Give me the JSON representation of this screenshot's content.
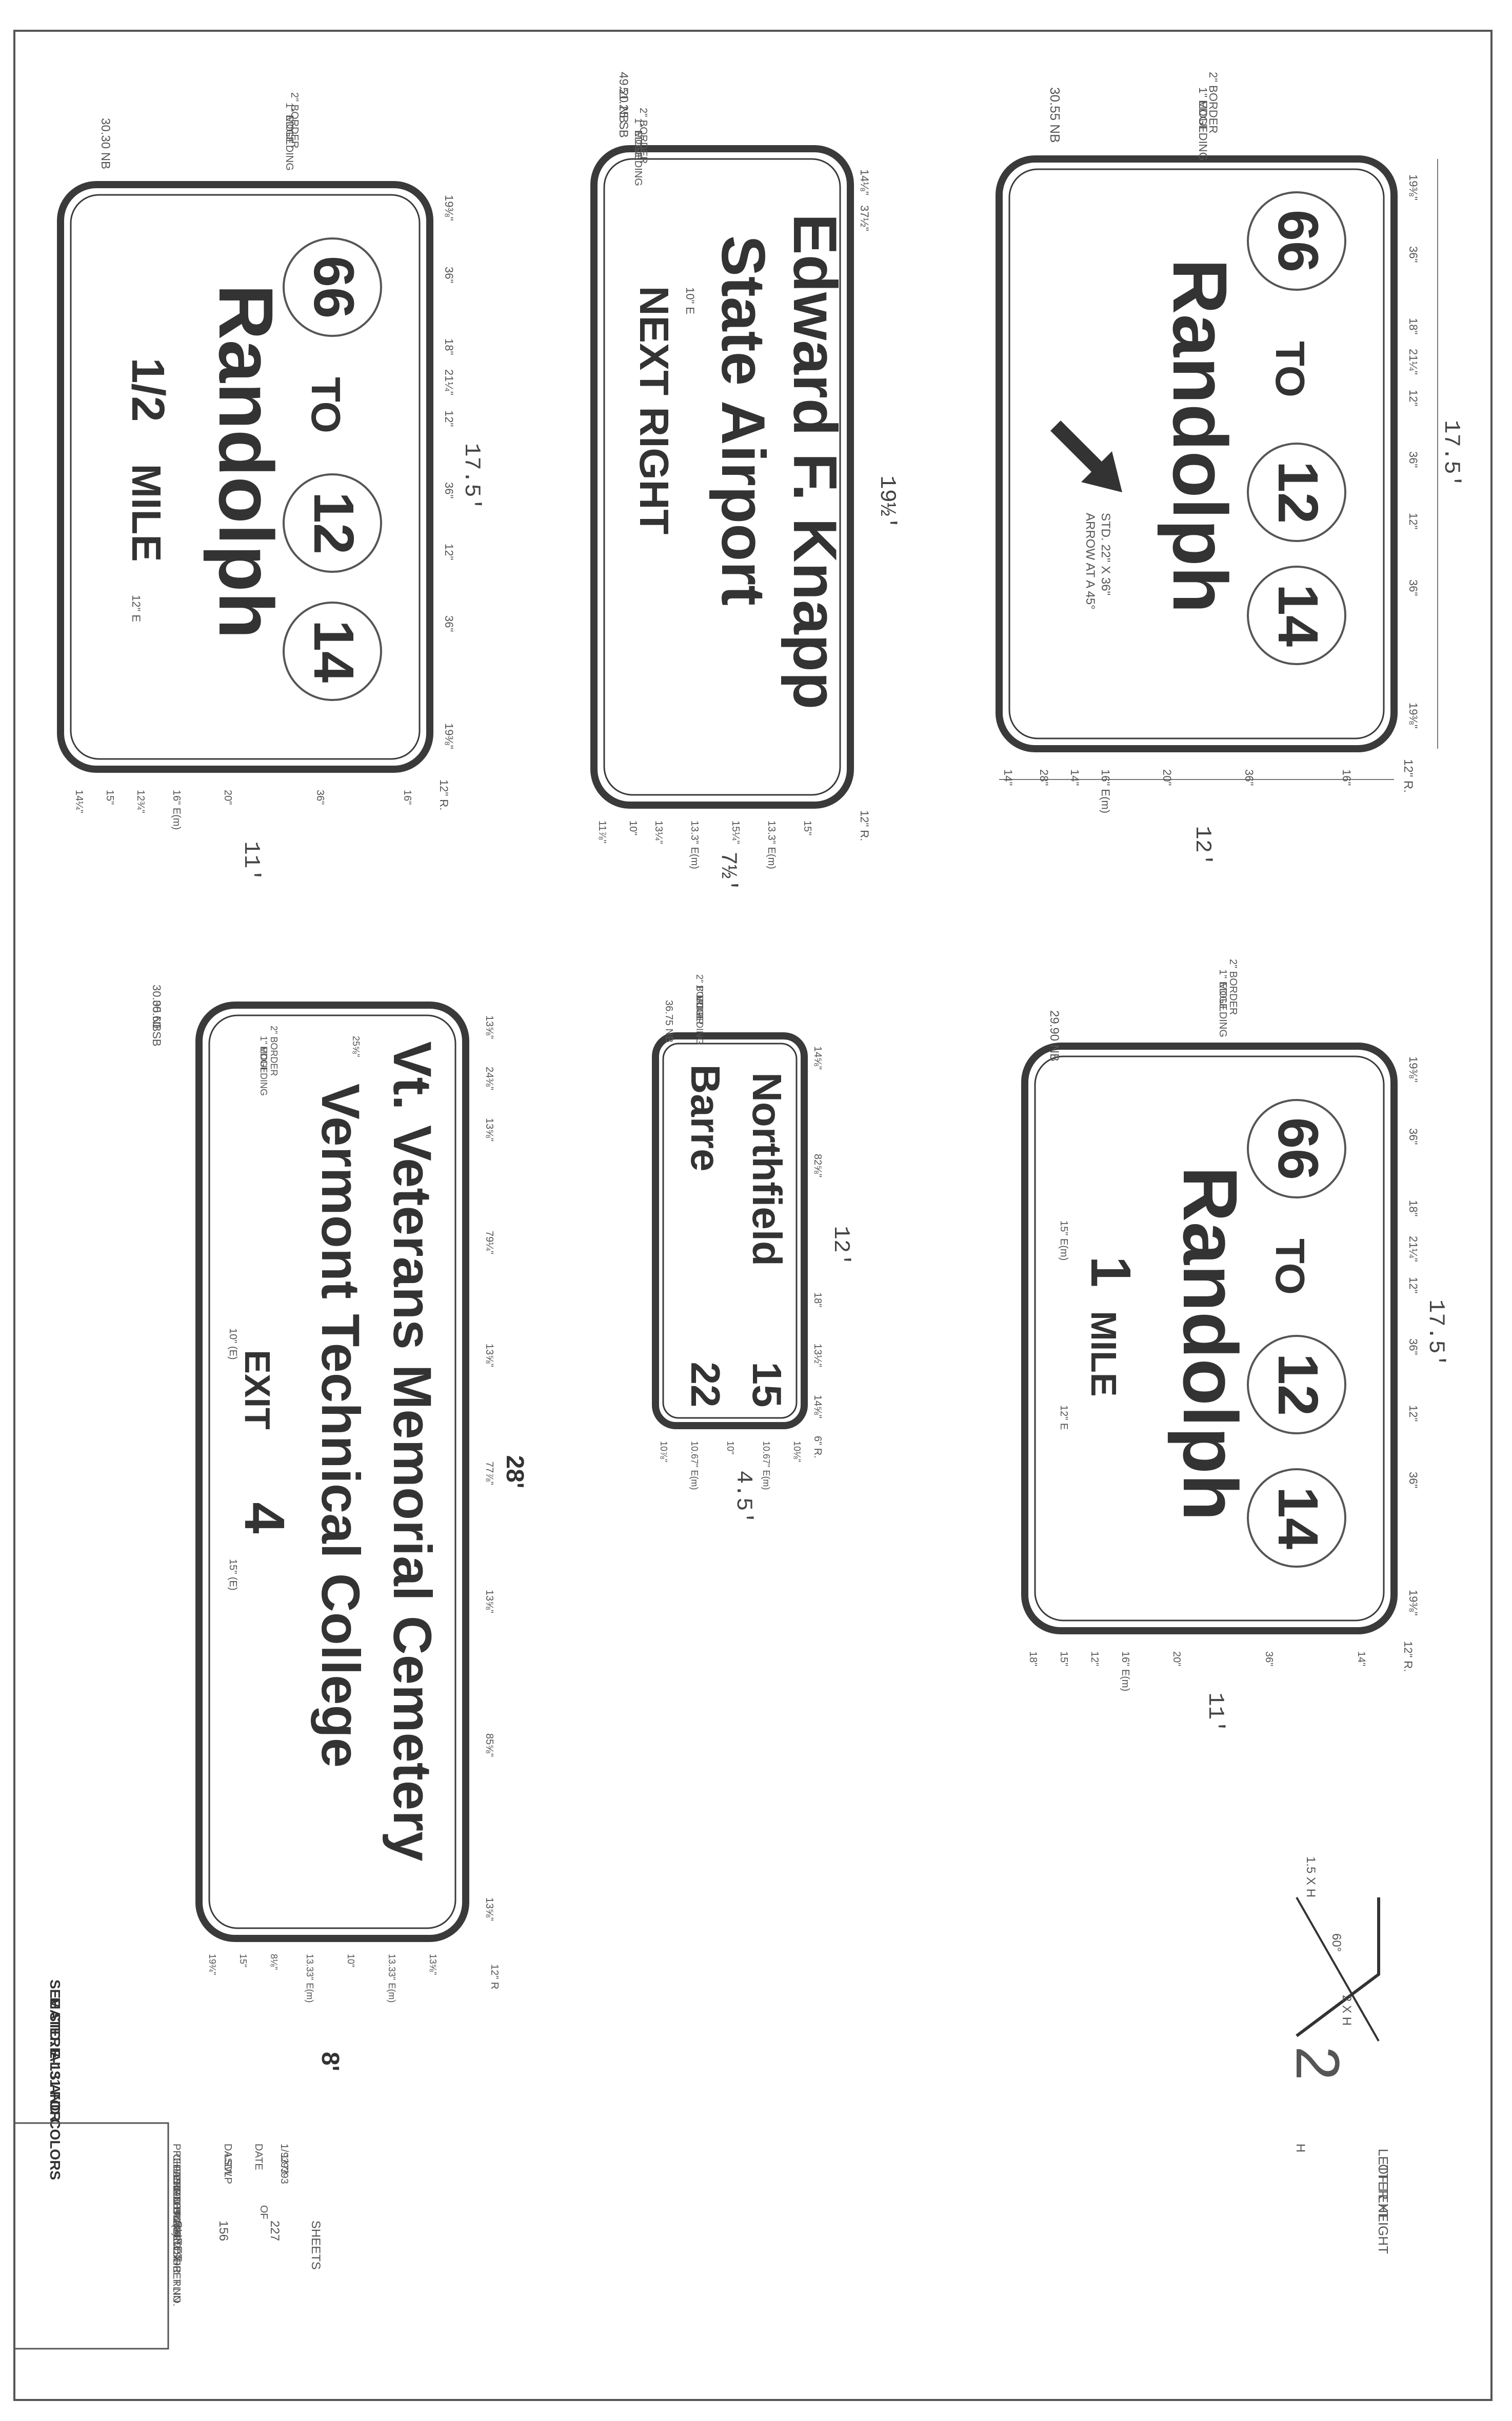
{
  "sign_a": {
    "route_1": "66",
    "to": "TO",
    "route_2": "12",
    "route_3": "14",
    "destination": "Randolph",
    "arrow_note_1": "STD. 22\" X 36\"",
    "arrow_note_2": "ARROW AT A 45°",
    "station": "30.55 NB",
    "border_note": "2\" BORDER",
    "edge_note": "1\" EDGE",
    "moulding_note": "MOULDING",
    "height_total": "17.5'",
    "width_total": "12'",
    "corner_radius": "12\" R.",
    "v_dims": [
      "19⅜\"",
      "36\"",
      "18\"",
      "21¼\"",
      "12\"",
      "36\"",
      "12\"",
      "36\"",
      "19⅜\""
    ],
    "h_dims": [
      "14\"",
      "28\"",
      "14\"",
      "16\" E(m)",
      "20\"",
      "36\"",
      "16\""
    ]
  },
  "sign_b": {
    "line_1": "Edward F. Knapp",
    "line_2": "State Airport",
    "line_3": "NEXT RIGHT",
    "letter_note": "10\" E",
    "station_1": "49.20 NB",
    "station_2": "51.25 SB",
    "border_note": "2\" BORDER",
    "edge_note": "1\" EDGE",
    "moulding_note": "MOULDING",
    "height_total": "19½'",
    "width_total": "7½'",
    "corner_radius": "12\" R.",
    "v_dims": [
      "14⅛\"",
      "37½\""
    ],
    "h_dims": [
      "11⅞\"",
      "10\"",
      "13¼\"",
      "13.3\" E(m)",
      "15¼\"",
      "13.3\" E(m)",
      "15\""
    ]
  },
  "sign_c": {
    "route_1": "66",
    "to": "TO",
    "route_2": "12",
    "route_3": "14",
    "destination": "Randolph",
    "fraction": "1/2",
    "mile": "MILE",
    "letter_note": "12\" E",
    "station": "30.30 NB",
    "border_note": "2\" BORDER",
    "edge_note": "1\" EDGE",
    "moulding_note": "MOULDING",
    "height_total": "17.5'",
    "width_total": "11'",
    "corner_radius": "12\" R.",
    "v_dims": [
      "19⅜\"",
      "36\"",
      "18\"",
      "21¼\"",
      "12\"",
      "36\"",
      "12\"",
      "36\"",
      "19⅜\""
    ],
    "h_dims": [
      "14¼\"",
      "15\"",
      "12¾\"",
      "16\" E(m)",
      "20\"",
      "36\"",
      "16\""
    ]
  },
  "sign_d": {
    "route_1": "66",
    "to": "TO",
    "route_2": "12",
    "route_3": "14",
    "destination": "Randolph",
    "distance": "1",
    "mile": "MILE",
    "letter_note": "15\" E(m)",
    "letter_note_2": "12\" E",
    "station": "29.90 NB",
    "border_note": "2\" BORDER",
    "edge_note": "1\" EDGE",
    "moulding_note": "MOULDING",
    "height_total": "17.5'",
    "width_total": "11'",
    "corner_radius": "12\" R.",
    "v_dims": [
      "19⅜\"",
      "36\"",
      "18\"",
      "21¼\"",
      "12\"",
      "36\"",
      "12\"",
      "36\"",
      "19⅜\""
    ],
    "h_dims": [
      "18\"",
      "15\"",
      "12\"",
      "16\" E(m)",
      "20\"",
      "36\"",
      "14\""
    ]
  },
  "sign_e": {
    "line_1_city": "Northfield",
    "line_1_dist": "15",
    "line_2_city": "Barre",
    "line_2_dist": "22",
    "station": "36.75 NB",
    "border_note": "2\" BORDER",
    "edge_note": "1\" EDGE",
    "moulding_note": "MOULDING",
    "height_total": "12'",
    "width_total": "4.5'",
    "corner_radius": "6\" R.",
    "v_dims": [
      "14⅝\"",
      "82⅝\"",
      "18\"",
      "13½\"",
      "14⅝\""
    ],
    "h_dims": [
      "10⅞\"",
      "10.67\" E(m)",
      "10\"",
      "10.67\" E(m)",
      "10⅛\""
    ]
  },
  "sign_f": {
    "line_1": "Vt. Veterans Memorial Cemetery",
    "line_2": "Vermont Technical College",
    "exit_word": "EXIT",
    "exit_number": "4",
    "letter_note": "10\" (E)",
    "letter_note_2": "15\" (E)",
    "station_1": "30.05 NB",
    "station_2": "30.60 SB",
    "border_note": "2\" BORDER",
    "edge_note": "1\" EDGE",
    "moulding_note": "MOULDING",
    "height_total": "28'",
    "width_total": "8'",
    "corner_radius": "12\" R",
    "v_dims": [
      "13⅝\"",
      "24⅜\"",
      "13⅝\"",
      "79¼\"",
      "13⅝\"",
      "77⅞\"",
      "13⅝\"",
      "85⅝\"",
      "13⅝\""
    ],
    "h_dims": [
      "19¾\"",
      "15\"",
      "8⅛\"",
      "13.33\" E(m)",
      "10\"",
      "13.33\" E(m)",
      "13⅝\""
    ],
    "left_note": "25⅝\""
  },
  "letter_detail": {
    "width_1": "1.5 X H",
    "width_2": "2 X H",
    "angle": "60°",
    "h_mark": "H",
    "note_1": "LETTER HEIGHT",
    "note_2": "OF TEXT"
  },
  "materials_note_1": "SEE STD. E-131 FOR",
  "materials_note_2": "MATERIALS AND COLORS",
  "title_block": {
    "prepared_by": "PREPARED BY",
    "prepared_value": "DAS",
    "checked_by": "CHECKED BY",
    "checked_value": "LSW",
    "design_supervisor": "DESIGN SUPERVISOR",
    "design_value": "DLP",
    "date_label": "DATE",
    "date_1": "1/93",
    "date_2": "1/93",
    "date_3": "7/93",
    "project": "PROJ. ROYALTON-BERLIN",
    "project_no": "IR 089-1(8)",
    "traffic_sheet": "TRAFFIC SHEET NO.",
    "of": "OF",
    "sheet": "SHEET",
    "sheet_no": "156",
    "of_sheets": "227",
    "sheets": "SHEETS"
  }
}
